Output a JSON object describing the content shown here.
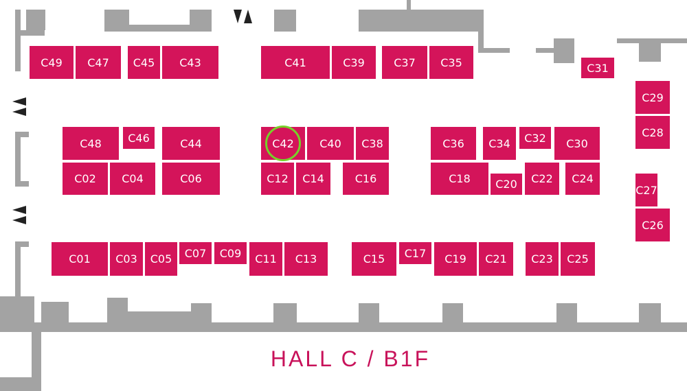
{
  "hall_title": "HALL C / B1F",
  "highlighted_booth": "C42",
  "colors": {
    "booth": "#d4145a",
    "wall": "#a3a3a3",
    "highlight": "#77d12a",
    "title": "#c8125a",
    "arrow": "#222222"
  },
  "icons": [
    "entrance-arrow-icon"
  ],
  "booths": {
    "c49": "C49",
    "c47": "C47",
    "c45": "C45",
    "c43": "C43",
    "c41": "C41",
    "c39": "C39",
    "c37": "C37",
    "c35": "C35",
    "c31": "C31",
    "c29": "C29",
    "c28": "C28",
    "c27": "C27",
    "c26": "C26",
    "c48": "C48",
    "c46": "C46",
    "c44": "C44",
    "c42": "C42",
    "c40": "C40",
    "c38": "C38",
    "c36": "C36",
    "c34": "C34",
    "c32": "C32",
    "c30": "C30",
    "c02": "C02",
    "c04": "C04",
    "c06": "C06",
    "c12": "C12",
    "c14": "C14",
    "c16": "C16",
    "c18": "C18",
    "c20": "C20",
    "c22": "C22",
    "c24": "C24",
    "c01": "C01",
    "c03": "C03",
    "c05": "C05",
    "c07": "C07",
    "c09": "C09",
    "c11": "C11",
    "c13": "C13",
    "c15": "C15",
    "c17": "C17",
    "c19": "C19",
    "c21": "C21",
    "c23": "C23",
    "c25": "C25"
  }
}
